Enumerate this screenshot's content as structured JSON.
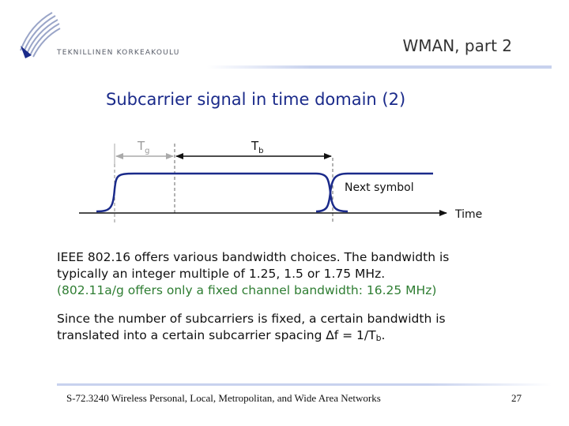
{
  "header": {
    "org_name": "TEKNILLINEN KORKEAKOULU",
    "title": "WMAN, part 2"
  },
  "slide": {
    "title": "Subcarrier signal in time domain (2)"
  },
  "diagram": {
    "tg_label": "T",
    "tg_sub": "g",
    "tb_label": "T",
    "tb_sub": "b",
    "next_symbol_label": "Next symbol",
    "time_label": "Time",
    "colors": {
      "pulse": "#1a2a8a",
      "axis": "#111111",
      "guard_arrow": "#aaaaaa",
      "dashed": "#666666"
    }
  },
  "body": {
    "para1_line1": "IEEE 802.16 offers various bandwidth choices. The bandwidth is",
    "para1_line2": "typically an integer multiple of 1.25, 1.5 or 1.75 MHz.",
    "para1_note": "(802.11a/g offers only a fixed channel bandwidth: 16.25 MHz)",
    "para2_line1": "Since the number of subcarriers is fixed, a certain bandwidth is",
    "para2_line2_prefix": "translated into a certain subcarrier spacing ",
    "para2_delta": "∆",
    "para2_line2_formula": "f = 1/T",
    "para2_sub": "b",
    "para2_end": "."
  },
  "footer": {
    "course": "S-72.3240 Wireless Personal, Local, Metropolitan, and Wide Area Networks",
    "page_number": "27"
  }
}
